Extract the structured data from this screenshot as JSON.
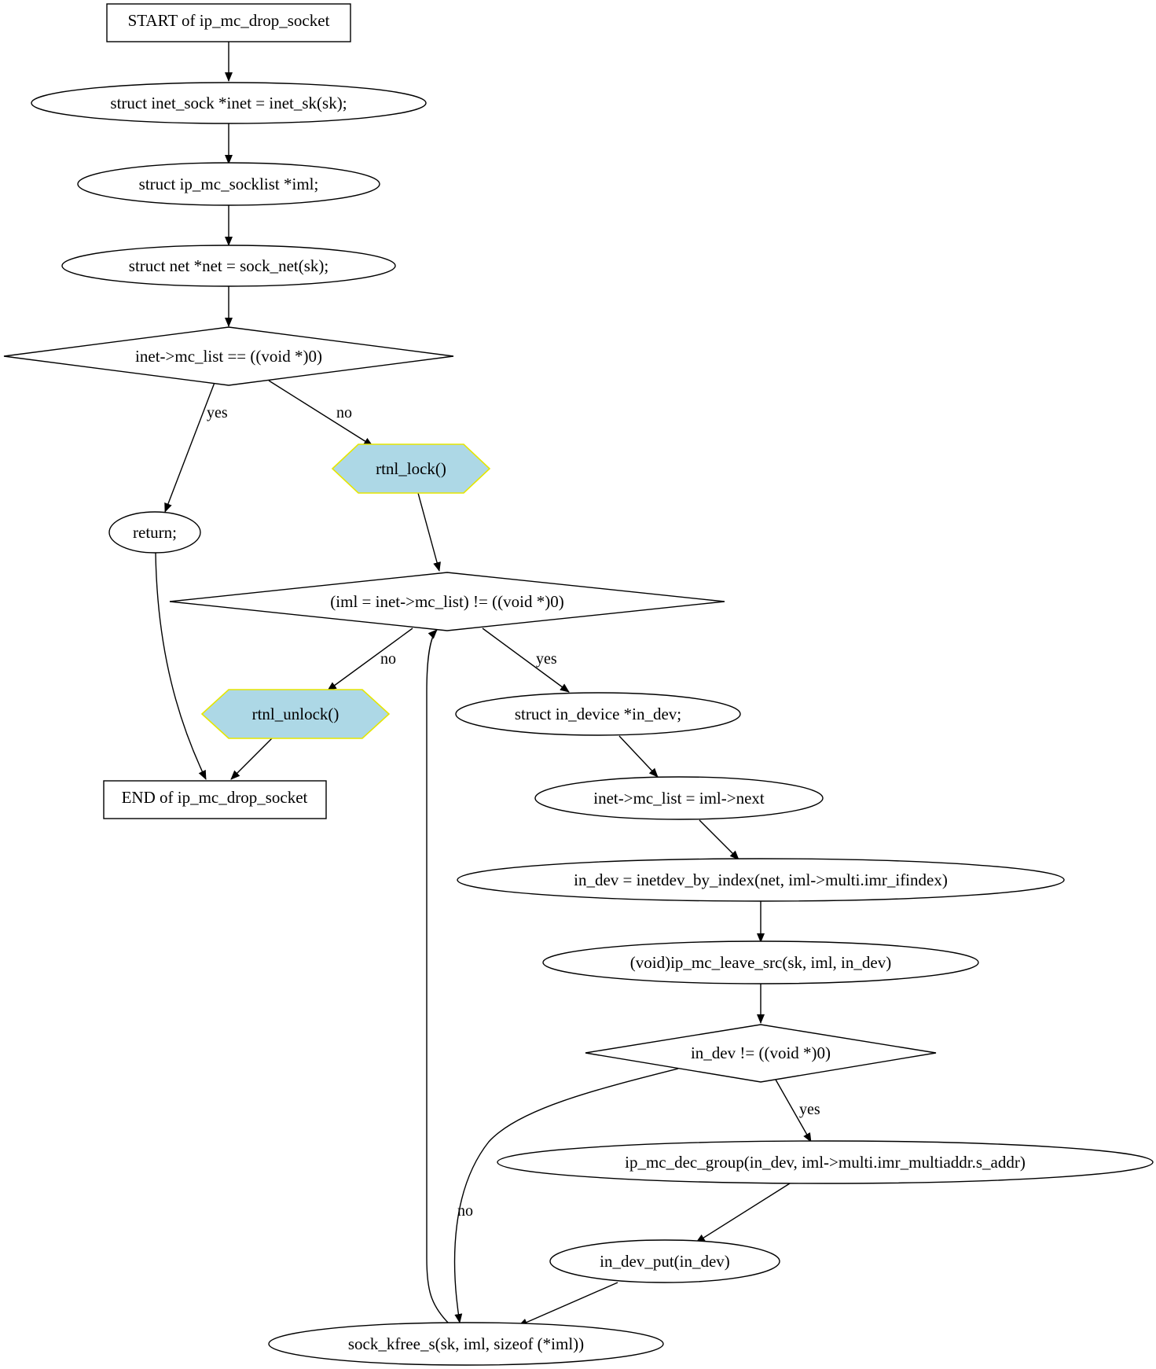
{
  "nodes": {
    "start": "START of ip_mc_drop_socket",
    "decl_inet": "struct inet_sock *inet = inet_sk(sk);",
    "decl_iml": "struct ip_mc_socklist *iml;",
    "decl_net": "struct net *net = sock_net(sk);",
    "cond_list_null": "inet->mc_list == ((void *)0)",
    "rtnl_lock": "rtnl_lock()",
    "ret": "return;",
    "cond_loop": "(iml = inet->mc_list) != ((void *)0)",
    "rtnl_unlock": "rtnl_unlock()",
    "decl_in_dev": "struct in_device *in_dev;",
    "end": "END of ip_mc_drop_socket",
    "assign_next": "inet->mc_list = iml->next",
    "assign_in_dev": "in_dev = inetdev_by_index(net, iml->multi.imr_ifindex)",
    "leave_src": "(void)ip_mc_leave_src(sk, iml, in_dev)",
    "cond_in_dev": "in_dev != ((void *)0)",
    "dec_group": "ip_mc_dec_group(in_dev, iml->multi.imr_multiaddr.s_addr)",
    "dev_put": "in_dev_put(in_dev)",
    "kfree": "sock_kfree_s(sk, iml, sizeof (*iml))"
  },
  "edge_labels": {
    "list_null_yes": "yes",
    "list_null_no": "no",
    "loop_no": "no",
    "loop_yes": "yes",
    "in_dev_yes": "yes",
    "in_dev_no": "no"
  },
  "colors": {
    "hexagon_fill": "#add8e6",
    "hexagon_stroke": "#e6e600"
  }
}
